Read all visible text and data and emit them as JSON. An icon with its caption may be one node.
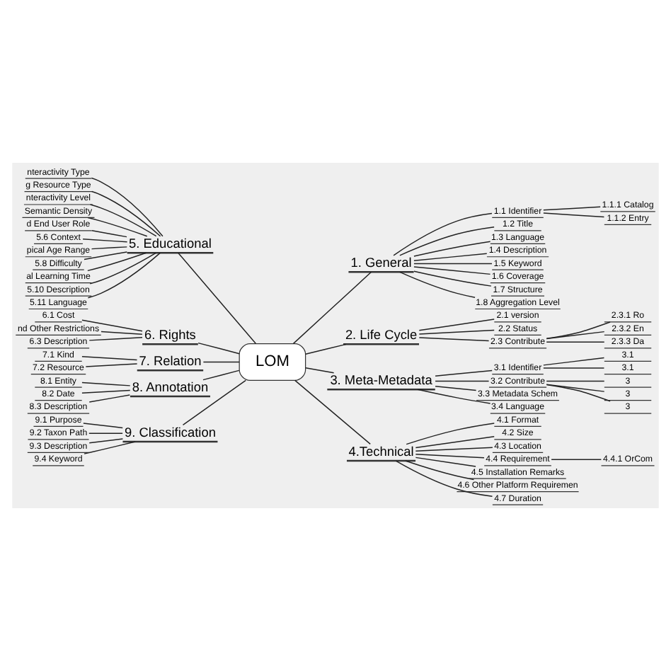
{
  "diagram": {
    "nodes": [
      {
        "text": [
          "LOM"
        ]
      },
      {
        "text": [
          "1. General"
        ]
      },
      {
        "text": [
          "1.1 Identifier"
        ]
      },
      {
        "text": [
          "1.1.1 Catalog"
        ]
      },
      {
        "text": [
          "1.1.2 Entry"
        ]
      },
      {
        "text": [
          "1.2 Title"
        ]
      },
      {
        "text": [
          "1.3 Language"
        ]
      },
      {
        "text": [
          "1.4 Description"
        ]
      },
      {
        "text": [
          "1.5 Keyword"
        ]
      },
      {
        "text": [
          "1.6 Coverage"
        ]
      },
      {
        "text": [
          "1.7 Structure"
        ]
      },
      {
        "text": [
          "1.8 Aggregation Level"
        ]
      },
      {
        "text": [
          "2. Life Cycle"
        ]
      },
      {
        "text": [
          "2.1 version"
        ]
      },
      {
        "text": [
          "2.2 Status"
        ]
      },
      {
        "text": [
          "2.3 Contribute"
        ]
      },
      {
        "text": [
          "2.3.1 Ro"
        ]
      },
      {
        "text": [
          "2.3.2 En"
        ]
      },
      {
        "text": [
          "2.3.3 Da"
        ]
      },
      {
        "text": [
          "3. Meta-Metadata"
        ]
      },
      {
        "text": [
          "3.1 Identifier"
        ]
      },
      {
        "text": [
          "3.1"
        ]
      },
      {
        "text": [
          "3.1"
        ]
      },
      {
        "text": [
          "3.2 Contribute"
        ]
      },
      {
        "text": [
          "3"
        ]
      },
      {
        "text": [
          "3"
        ]
      },
      {
        "text": [
          "3"
        ]
      },
      {
        "text": [
          "3.3 Metadata Schem"
        ]
      },
      {
        "text": [
          "3.4 Language"
        ]
      },
      {
        "text": [
          "4.Technical"
        ]
      },
      {
        "text": [
          "4.1 Format"
        ]
      },
      {
        "text": [
          "4.2 Size"
        ]
      },
      {
        "text": [
          "4.3 Location"
        ]
      },
      {
        "text": [
          "4.4 Requirement"
        ]
      },
      {
        "text": [
          "4.4.1 OrCom"
        ]
      },
      {
        "text": [
          "4.5 Installation Remarks"
        ]
      },
      {
        "text": [
          "4.6 Other Platform Requiremen"
        ]
      },
      {
        "text": [
          "4.7 Duration"
        ]
      },
      {
        "text": [
          "5. Educational"
        ]
      },
      {
        "text": [
          "nteractivity Type"
        ]
      },
      {
        "text": [
          "g Resource Type"
        ]
      },
      {
        "text": [
          "nteractivity Level"
        ]
      },
      {
        "text": [
          "Semantic Density"
        ]
      },
      {
        "text": [
          "d End User Role"
        ]
      },
      {
        "text": [
          "5.6 Context"
        ]
      },
      {
        "text": [
          "pical Age Range"
        ]
      },
      {
        "text": [
          "5.8 Difficulty"
        ]
      },
      {
        "text": [
          "al Learning Time"
        ]
      },
      {
        "text": [
          "5.10 Description"
        ]
      },
      {
        "text": [
          "5.11 Language"
        ]
      },
      {
        "text": [
          "6. Rights"
        ]
      },
      {
        "text": [
          "6.1 Cost"
        ]
      },
      {
        "text": [
          "nd Other Restrictions"
        ]
      },
      {
        "text": [
          "6.3 Description"
        ]
      },
      {
        "text": [
          "7. Relation"
        ]
      },
      {
        "text": [
          "7.1 Kind"
        ]
      },
      {
        "text": [
          "7.2 Resource"
        ]
      },
      {
        "text": [
          "8. Annotation"
        ]
      },
      {
        "text": [
          "8.1 Entity"
        ]
      },
      {
        "text": [
          "8.2 Date"
        ]
      },
      {
        "text": [
          "8.3 Description"
        ]
      },
      {
        "text": [
          "9. Classification"
        ]
      },
      {
        "text": [
          "9.1 Purpose"
        ]
      },
      {
        "text": [
          "9.2 Taxon Path"
        ]
      },
      {
        "text": [
          "9.3 Description"
        ]
      },
      {
        "text": [
          "9.4 Keyword"
        ]
      }
    ],
    "edges": [
      {
        "from": 0,
        "to": 1,
        "arrow": "none"
      },
      {
        "from": 1,
        "to": 2,
        "arrow": "none"
      },
      {
        "from": 2,
        "to": 3,
        "arrow": "none"
      },
      {
        "from": 2,
        "to": 4,
        "arrow": "none"
      },
      {
        "from": 1,
        "to": 5,
        "arrow": "none"
      },
      {
        "from": 1,
        "to": 6,
        "arrow": "none"
      },
      {
        "from": 1,
        "to": 7,
        "arrow": "none"
      },
      {
        "from": 1,
        "to": 8,
        "arrow": "none"
      },
      {
        "from": 1,
        "to": 9,
        "arrow": "none"
      },
      {
        "from": 1,
        "to": 10,
        "arrow": "none"
      },
      {
        "from": 1,
        "to": 11,
        "arrow": "none"
      },
      {
        "from": 0,
        "to": 12,
        "arrow": "none"
      },
      {
        "from": 12,
        "to": 13,
        "arrow": "none"
      },
      {
        "from": 12,
        "to": 14,
        "arrow": "none"
      },
      {
        "from": 12,
        "to": 15,
        "arrow": "none"
      },
      {
        "from": 15,
        "to": 16,
        "arrow": "none"
      },
      {
        "from": 15,
        "to": 17,
        "arrow": "none"
      },
      {
        "from": 15,
        "to": 18,
        "arrow": "none"
      },
      {
        "from": 0,
        "to": 19,
        "arrow": "none"
      },
      {
        "from": 19,
        "to": 20,
        "arrow": "none"
      },
      {
        "from": 20,
        "to": 21,
        "arrow": "none"
      },
      {
        "from": 20,
        "to": 22,
        "arrow": "none"
      },
      {
        "from": 19,
        "to": 23,
        "arrow": "none"
      },
      {
        "from": 23,
        "to": 24,
        "arrow": "none"
      },
      {
        "from": 23,
        "to": 25,
        "arrow": "none"
      },
      {
        "from": 23,
        "to": 26,
        "arrow": "none"
      },
      {
        "from": 19,
        "to": 27,
        "arrow": "none"
      },
      {
        "from": 19,
        "to": 28,
        "arrow": "none"
      },
      {
        "from": 0,
        "to": 29,
        "arrow": "none"
      },
      {
        "from": 29,
        "to": 30,
        "arrow": "none"
      },
      {
        "from": 29,
        "to": 31,
        "arrow": "none"
      },
      {
        "from": 29,
        "to": 32,
        "arrow": "none"
      },
      {
        "from": 29,
        "to": 33,
        "arrow": "none"
      },
      {
        "from": 33,
        "to": 34,
        "arrow": "none"
      },
      {
        "from": 29,
        "to": 35,
        "arrow": "none"
      },
      {
        "from": 29,
        "to": 36,
        "arrow": "none"
      },
      {
        "from": 29,
        "to": 37,
        "arrow": "none"
      },
      {
        "from": 0,
        "to": 38,
        "arrow": "none"
      },
      {
        "from": 38,
        "to": 39,
        "arrow": "none"
      },
      {
        "from": 38,
        "to": 40,
        "arrow": "none"
      },
      {
        "from": 38,
        "to": 41,
        "arrow": "none"
      },
      {
        "from": 38,
        "to": 42,
        "arrow": "none"
      },
      {
        "from": 38,
        "to": 43,
        "arrow": "none"
      },
      {
        "from": 38,
        "to": 44,
        "arrow": "none"
      },
      {
        "from": 38,
        "to": 45,
        "arrow": "none"
      },
      {
        "from": 38,
        "to": 46,
        "arrow": "none"
      },
      {
        "from": 38,
        "to": 47,
        "arrow": "none"
      },
      {
        "from": 38,
        "to": 48,
        "arrow": "none"
      },
      {
        "from": 38,
        "to": 49,
        "arrow": "none"
      },
      {
        "from": 0,
        "to": 50,
        "arrow": "none"
      },
      {
        "from": 50,
        "to": 51,
        "arrow": "none"
      },
      {
        "from": 50,
        "to": 52,
        "arrow": "none"
      },
      {
        "from": 50,
        "to": 53,
        "arrow": "none"
      },
      {
        "from": 0,
        "to": 54,
        "arrow": "none"
      },
      {
        "from": 54,
        "to": 55,
        "arrow": "none"
      },
      {
        "from": 54,
        "to": 56,
        "arrow": "none"
      },
      {
        "from": 0,
        "to": 57,
        "arrow": "none"
      },
      {
        "from": 57,
        "to": 58,
        "arrow": "none"
      },
      {
        "from": 57,
        "to": 59,
        "arrow": "none"
      },
      {
        "from": 57,
        "to": 60,
        "arrow": "none"
      },
      {
        "from": 0,
        "to": 61,
        "arrow": "none"
      },
      {
        "from": 61,
        "to": 62,
        "arrow": "none"
      },
      {
        "from": 61,
        "to": 63,
        "arrow": "none"
      },
      {
        "from": 61,
        "to": 64,
        "arrow": "none"
      },
      {
        "from": 61,
        "to": 65,
        "arrow": "none"
      }
    ]
  }
}
